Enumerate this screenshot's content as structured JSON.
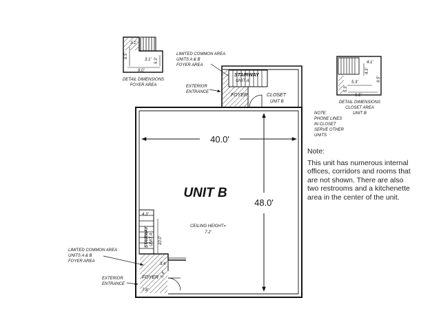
{
  "detail_left": {
    "dims": [
      "3.1'",
      "6.5'",
      "3.1'",
      "5.3'",
      "9.0'"
    ],
    "caption": [
      "DETAIL DIMENSIONS",
      "FOYER AREA"
    ]
  },
  "common_area_top": [
    "LIMITED COMMON AREA",
    "UNITS A & B",
    "FOYER AREA"
  ],
  "exterior_top": [
    "EXTERIOR",
    "ENTRANCE"
  ],
  "top_rooms": {
    "stairway": [
      "STAIRWAY",
      "UNIT A"
    ],
    "foyer": "FOYER",
    "closet": "CLOSET",
    "closet_unit": "UNIT B"
  },
  "detail_right": {
    "dims": [
      "4.1'",
      "4.3'",
      "5.3'",
      "5.3'",
      "9.5'",
      "9.5'"
    ],
    "caption": [
      "DETAIL DIMENSIONS",
      "CLOSET AREA",
      "UNIT B"
    ],
    "phone_note": [
      "NOTE:",
      "PHONE LINES",
      "IN CLOSET",
      "SERVE OTHER",
      "UNITS"
    ]
  },
  "unit": {
    "name": "UNIT B",
    "width": "40.0'",
    "height": "48.0'",
    "ceiling": [
      "CEILING HEIGHT=",
      "7.2'"
    ]
  },
  "bottom_stair": {
    "width_dim": "4.3'",
    "label": [
      "STAIRWAY",
      "UNIT A"
    ],
    "length_dim": "10.0'"
  },
  "common_area_bottom": [
    "LIMITED COMMON AREA",
    "UNITS A & B",
    "FOYER AREA"
  ],
  "exterior_bottom": [
    "EXTERIOR",
    "ENTRANCE"
  ],
  "bottom_foyer": {
    "label": "FOYER",
    "dims": [
      "3.4'",
      "7.8'",
      "5.4'"
    ]
  },
  "note": {
    "heading": "Note:",
    "body": "This unit has numerous internal offices, corridors and rooms that are not shown. There are also two restrooms and a kitchenette area in the center of the unit."
  }
}
